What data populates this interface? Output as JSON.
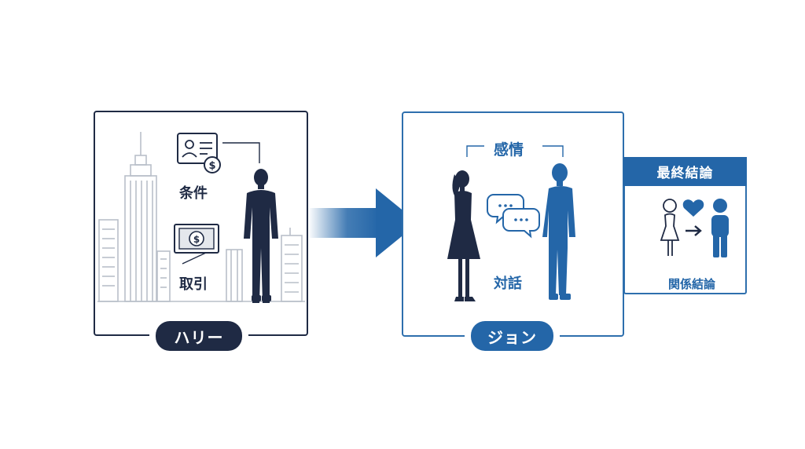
{
  "harry": {
    "name": "ハリー",
    "items": [
      {
        "label": "条件",
        "icon": "id-card-dollar-icon"
      },
      {
        "label": "取引",
        "icon": "banknote-icon"
      }
    ],
    "figure_icon": "businessman-icon",
    "background_icon": "city-skyline-icon"
  },
  "john": {
    "name": "ジョン",
    "emotion_label": "感情",
    "dialogue_label": "対話",
    "chat_icon": "speech-bubbles-icon",
    "figure_icons": [
      "woman-silhouette-icon",
      "man-silhouette-icon"
    ]
  },
  "conclusion": {
    "title": "最終結論",
    "subtitle": "関係結論",
    "icons": [
      "woman-outline-icon",
      "heart-icon",
      "arrow-right-icon",
      "person-icon"
    ]
  },
  "colors": {
    "navy": "#1f2a44",
    "blue": "#2466a8",
    "skyline": "#b9bfc9"
  }
}
